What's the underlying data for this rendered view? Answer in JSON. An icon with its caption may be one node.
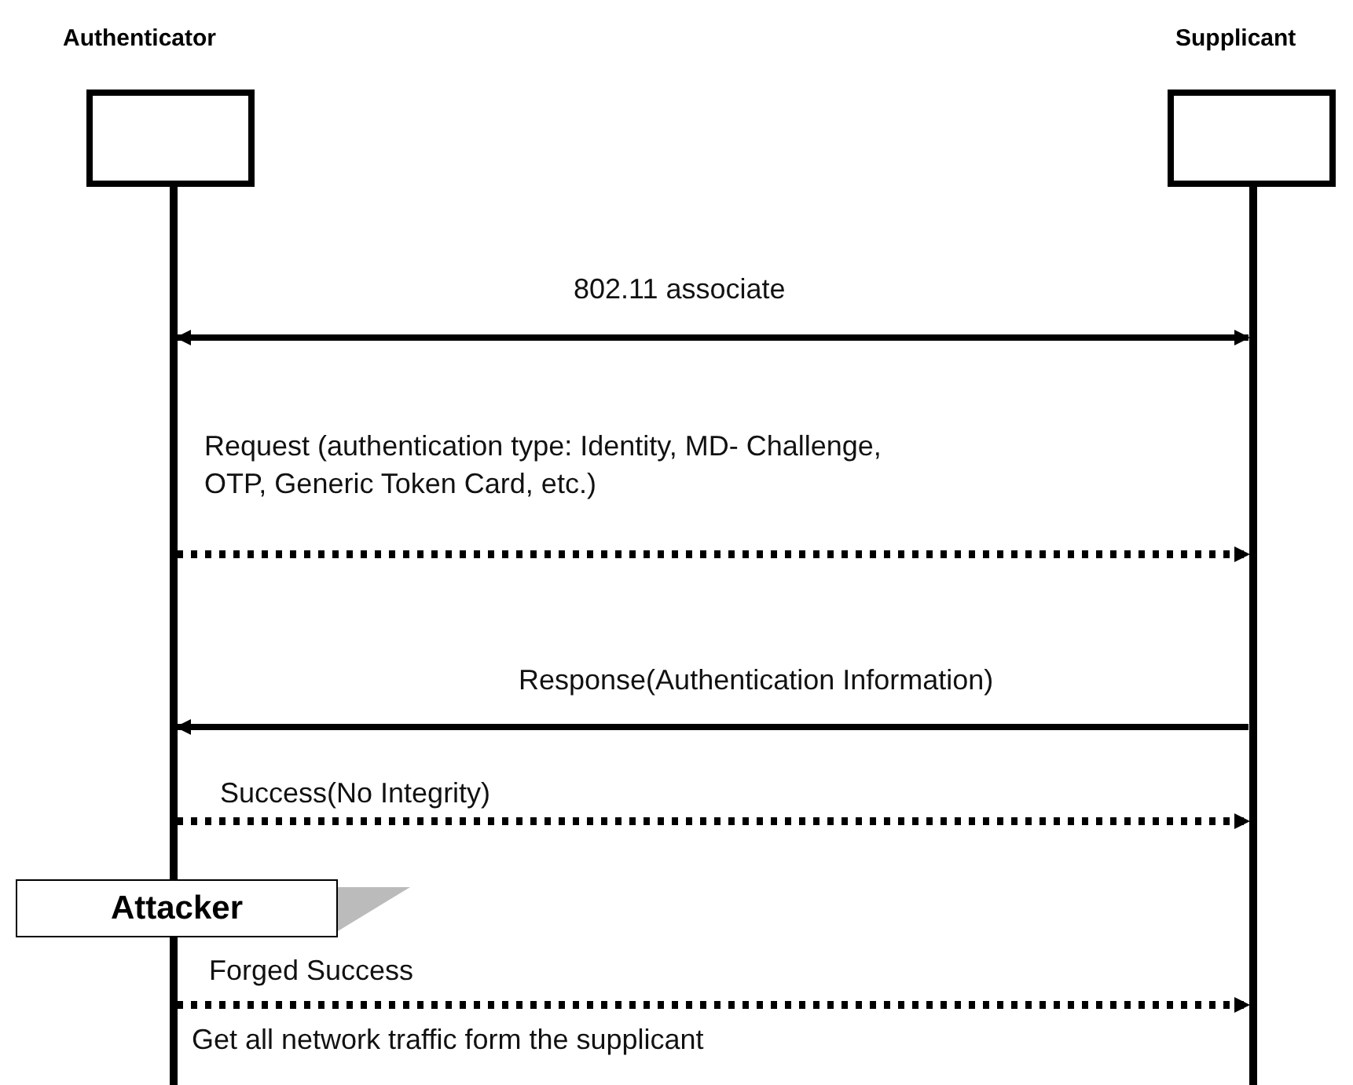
{
  "diagram": {
    "nodes": [
      {
        "text": [
          "Authenticator"
        ]
      },
      {
        "text": [
          "Supplicant"
        ]
      },
      {
        "text": [
          "Attacker"
        ]
      }
    ],
    "edges": [
      {
        "from": 0,
        "to": 1,
        "arrow": "both",
        "label": "802.11 associate"
      },
      {
        "from": 0,
        "to": 1,
        "arrow": "to",
        "label": "Request (authentication type: Identity, MD- Challenge, OTP, Generic Token Card, etc.)",
        "style": "dashed"
      },
      {
        "from": 1,
        "to": 0,
        "arrow": "to",
        "label": "Response(Authentication Information)"
      },
      {
        "from": 0,
        "to": 1,
        "arrow": "to",
        "label": "Success(No Integrity)",
        "style": "dashed"
      },
      {
        "from": 0,
        "to": 1,
        "arrow": "to",
        "label": "Forged Success",
        "style": "dashed"
      }
    ],
    "labels": [
      "Get all network traffic form the supplicant"
    ]
  }
}
